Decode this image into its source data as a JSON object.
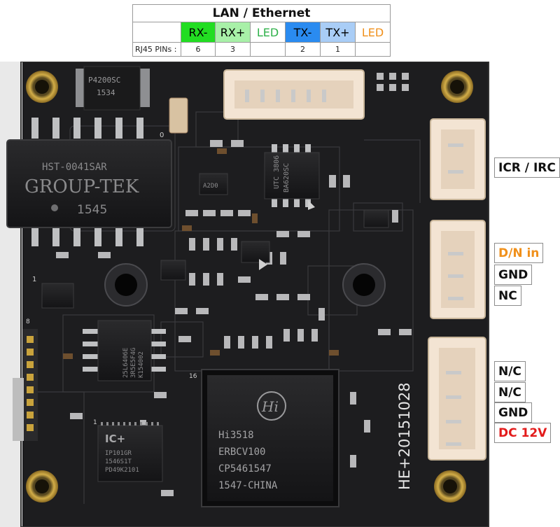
{
  "lan_table": {
    "title": "LAN / Ethernet",
    "signals": [
      {
        "label": "RX-",
        "color": "#22dd22"
      },
      {
        "label": "RX+",
        "color": "#a8f0a8"
      },
      {
        "label": "LED",
        "color": "#2fb14a"
      },
      {
        "label": "TX-",
        "color": "#2a8bf0"
      },
      {
        "label": "TX+",
        "color": "#a9cdf6"
      },
      {
        "label": "LED",
        "color": "#f0901b"
      }
    ],
    "pins_label": "RJ45 PINs :",
    "pins": [
      "6",
      "3",
      "",
      "2",
      "1",
      ""
    ]
  },
  "connectors": {
    "icr": "ICR / IRC",
    "dn_in": "D/N in",
    "gnd1": "GND",
    "nc": "NC",
    "nc1": "N/C",
    "nc2": "N/C",
    "gnd2": "GND",
    "dc": "DC 12V"
  },
  "board": {
    "transformer_line1": "HST-0041SAR",
    "transformer_line2": "GROUP-TEK",
    "transformer_line3": "1545",
    "fuse_line1": "P4200SC",
    "fuse_line2": "1534",
    "soc_lines": [
      "Hi3518",
      "ERBCV100",
      "CP5461547",
      "1547-CHINA"
    ],
    "phy_brand": "IC+",
    "phy_lines": [
      "IP101GR",
      "1546S1T",
      "PD49K2101"
    ],
    "flash_lines": [
      "25L6406E",
      "3R5E5F4G",
      "K154002"
    ],
    "ldo_line1": "UTC 3806",
    "ldo_line2": "BA620SC",
    "board_id": "HE+20151028",
    "silk_a": "A2D0",
    "silk_b": "0",
    "silk_c": "1",
    "silk_d": "8",
    "silk_e": "16",
    "silk_f": "1"
  },
  "colors": {
    "pcb": "#1d1d1f",
    "connector": "#f3e4d3",
    "gold": "#c9a33c",
    "dn_text": "#f0901b",
    "dc_text": "#e31b1b"
  }
}
